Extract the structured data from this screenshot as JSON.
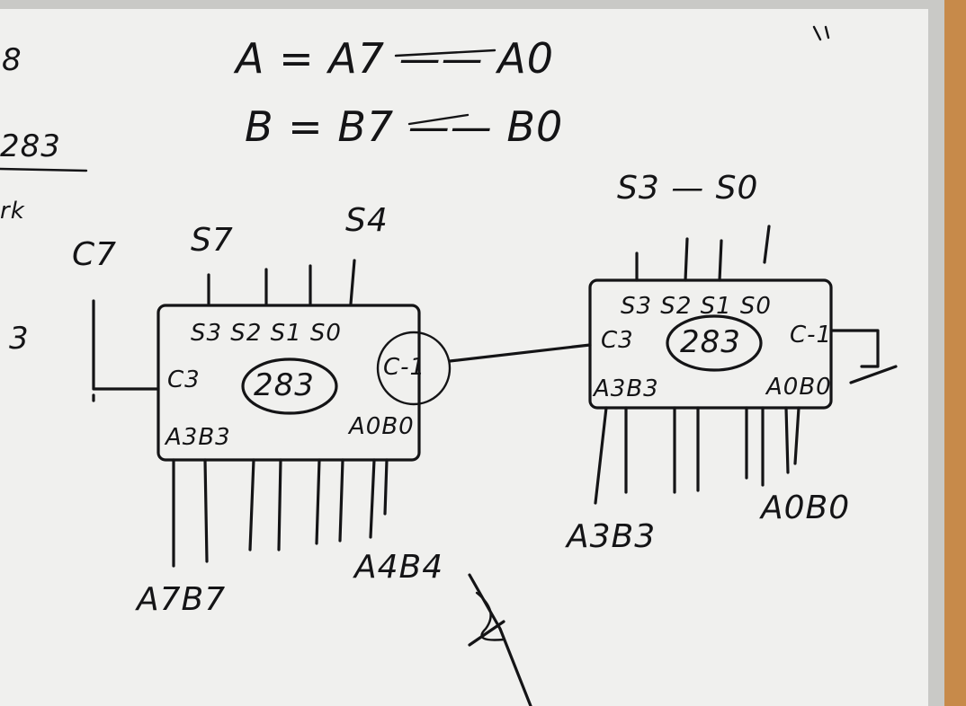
{
  "scene": {
    "board_color": "#f0f0ee",
    "ink_color": "#141416",
    "frame_color": "#c9c9c6",
    "wall_color": "#c78a4a"
  },
  "equations": {
    "a_range": "A = A7 —— A0",
    "b_range": "B = B7 —— B0"
  },
  "left_edge": {
    "frag1": "8",
    "frag2": "283",
    "frag3": "rk",
    "frag4": "3"
  },
  "high_adder": {
    "chip_label": "283",
    "pins_top": "S3 S2 S1 S0",
    "carry_out_pin": "C3",
    "carry_in_pin": "C-1",
    "pin_low_a": "A3B3",
    "pin_low_b": "A0B0",
    "out_msb": "S7",
    "out_lsb": "S4",
    "carry_out_label": "C7",
    "in_msb": "A7B7",
    "in_lsb": "A4B4"
  },
  "low_adder": {
    "chip_label": "283",
    "pins_top": "S3 S2 S1 S0",
    "carry_out_pin": "C3",
    "carry_in_pin": "C-1",
    "pin_low_a": "A3B3",
    "pin_low_b": "A0B0",
    "out_range": "S3 — S0",
    "in_msb": "A3B3",
    "in_lsb": "A0B0"
  }
}
